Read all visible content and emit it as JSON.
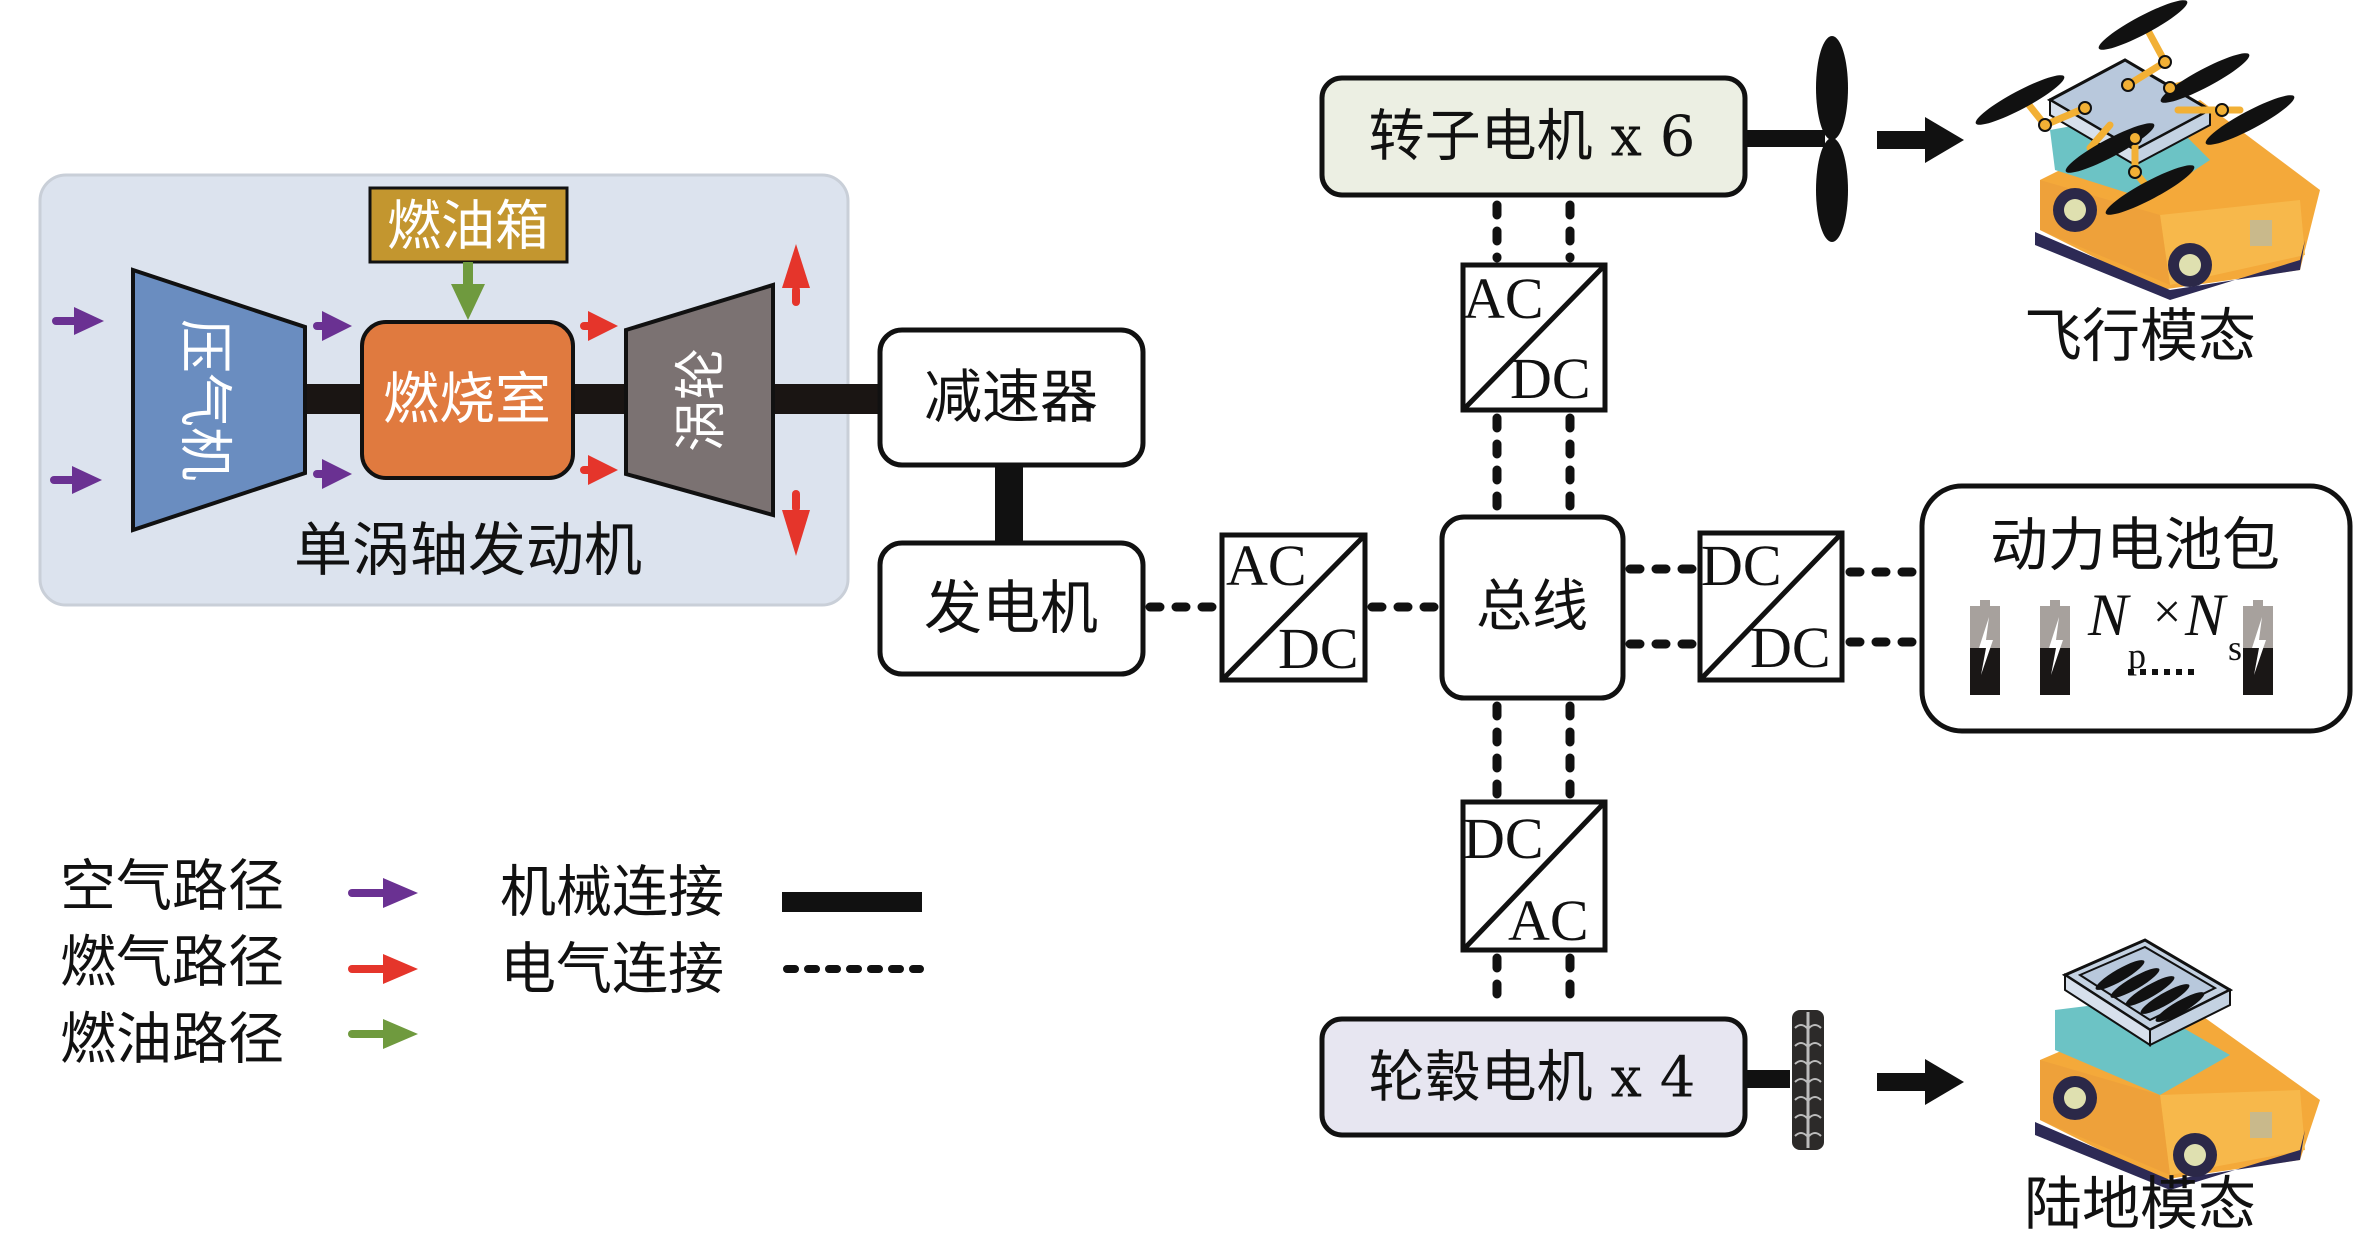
{
  "engine": {
    "title": "单涡轴发动机",
    "fuel_tank": "燃油箱",
    "compressor": "压气机",
    "combustor": "燃烧室",
    "turbine": "涡轮"
  },
  "components": {
    "reducer": "减速器",
    "generator": "发电机",
    "bus": "总线",
    "rotor_motor": "转子电机 x 6",
    "hub_motor": "轮毂电机 x 4",
    "battery_pack": "动力电池包",
    "battery_formula": {
      "n": "N",
      "p": "p",
      "times": "×",
      "s": "s"
    }
  },
  "converters": {
    "gen_to_bus": {
      "top": "AC",
      "bottom": "DC"
    },
    "bus_to_rotor": {
      "top": "AC",
      "bottom": "DC"
    },
    "bus_to_battery": {
      "top": "DC",
      "bottom": "DC"
    },
    "bus_to_hub": {
      "top": "DC",
      "bottom": "AC"
    }
  },
  "modes": {
    "flight": "飞行模态",
    "ground": "陆地模态"
  },
  "legend": {
    "air_path": "空气路径",
    "gas_path": "燃气路径",
    "fuel_path": "燃油路径",
    "mechanical": "机械连接",
    "electrical": "电气连接"
  },
  "colors": {
    "air": "#6a3192",
    "gas": "#e5352b",
    "fuel": "#6f9a3e",
    "compressor": "#6a8dc0",
    "combustor": "#e07a3f",
    "turbine": "#7b7272",
    "fuel_tank": "#c3962f",
    "engine_panel": "#dce3ee",
    "rotor_box": "#ecefe3",
    "hub_box": "#e7e6f1"
  }
}
